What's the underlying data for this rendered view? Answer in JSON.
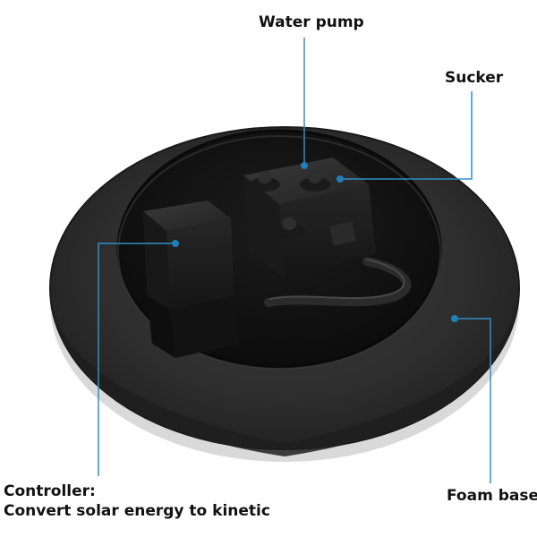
{
  "labels": {
    "water_pump": "Water pump",
    "sucker": "Sucker",
    "foam_base": "Foam base",
    "controller": "Controller:",
    "controller_desc": "Convert solar energy to kinetic"
  },
  "colors": {
    "callout_line": "#2f8fc4",
    "callout_dot": "#1f7fb8",
    "foam": "#2c2c2c",
    "foam_edge": "#1a1a1a",
    "inner_well": "#141414",
    "block": "#1e1e1e",
    "block_top": "#2a2a2a"
  }
}
